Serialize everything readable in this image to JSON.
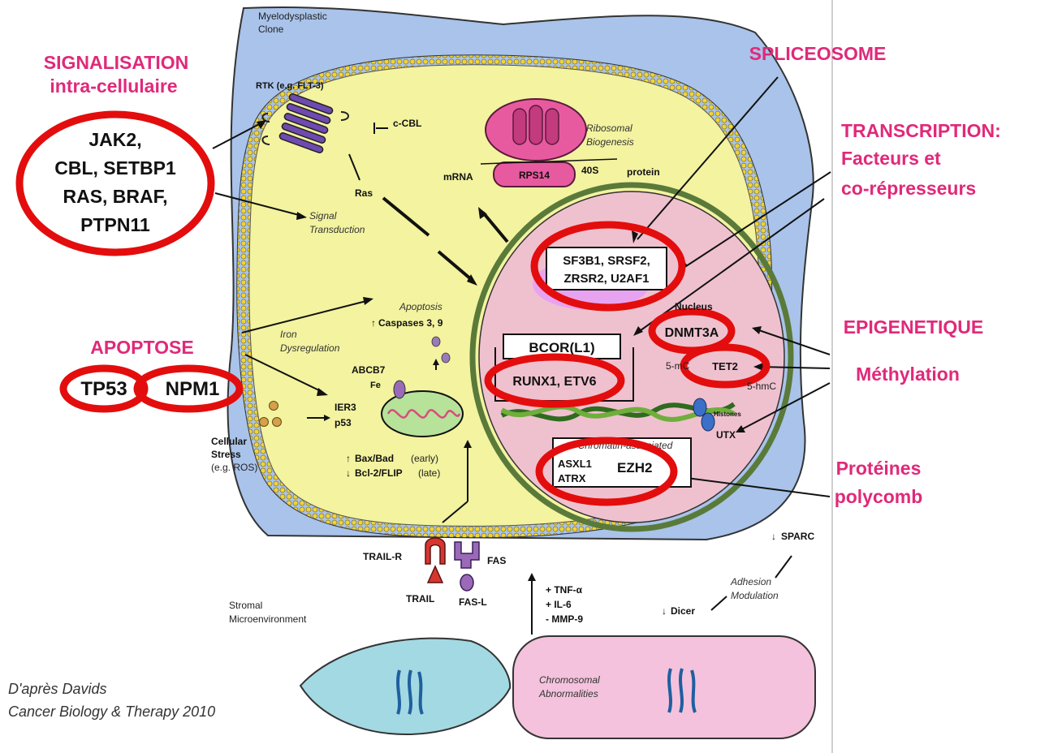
{
  "clone_label": [
    "Myelodysplastic",
    "Clone"
  ],
  "categories": {
    "signalisation": [
      "SIGNALISATION",
      "intra-cellulaire"
    ],
    "spliceosome": "SPLICEOSOME",
    "transcription": [
      "TRANSCRIPTION:",
      "Facteurs et",
      "co-répresseurs"
    ],
    "apoptose": "APOPTOSE",
    "epigenetique": "EPIGENETIQUE",
    "methylation": "Méthylation",
    "polycomb": [
      "Protéines",
      "polycomb"
    ]
  },
  "genes": {
    "signaling": [
      "JAK2,",
      "CBL, SETBP1",
      "RAS, BRAF,",
      "PTPN11"
    ],
    "tp53": "TP53",
    "npm1": "NPM1",
    "splicing": [
      "SF3B1, SRSF2,",
      "ZRSR2, U2AF1"
    ],
    "bcor": "BCOR(L1)",
    "runx1": "RUNX1, ETV6",
    "dnmt3a": "DNMT3A",
    "tet2": "TET2",
    "asxl1": "ASXL1",
    "atrx": "ATRX",
    "ezh2": "EZH2",
    "utx": "UTX",
    "chromatin": "Chromatin-associated"
  },
  "cell_labels": {
    "rtk": "RTK (e.g. FLT-3)",
    "ccbl": "c-CBL",
    "ras": "Ras",
    "signal_transduction": [
      "Signal",
      "Transduction"
    ],
    "ribosomal": [
      "Ribosomal",
      "Biogenesis"
    ],
    "mrna": "mRNA",
    "rps14": "RPS14",
    "s40": "40S",
    "protein": "protein",
    "apoptosis": "Apoptosis",
    "caspases": "Caspases 3, 9",
    "iron": [
      "Iron",
      "Dysregulation"
    ],
    "abcb7": "ABCB7",
    "fe": "Fe",
    "ier3": "IER3",
    "p53": "p53",
    "cellular_stress": [
      "Cellular",
      "Stress",
      "(e.g. ROS)"
    ],
    "bax": "Bax/Bad",
    "bax_note": "(early)",
    "bcl": "Bcl-2/FLIP",
    "bcl_note": "(late)",
    "nucleus": "Nucleus",
    "five_mc": "5-mC",
    "five_hmc": "5-hmC",
    "histones": "Histones"
  },
  "environment": {
    "trail_r": "TRAIL-R",
    "trail": "TRAIL",
    "fas": "FAS",
    "fas_l": "FAS-L",
    "tnf": "+ TNF-α",
    "il6": "+ IL-6",
    "mmp9": "- MMP-9",
    "sparc": "SPARC",
    "adhesion": [
      "Adhesion",
      "Modulation"
    ],
    "dicer": "Dicer",
    "stromal": [
      "Stromal",
      "Microenvironment"
    ],
    "chromosomal": [
      "Chromosomal",
      "Abnormalities"
    ]
  },
  "citation": [
    "D'après Davids",
    "Cancer Biology & Therapy 2010"
  ],
  "colors": {
    "accent": "#e0297a",
    "ring": "#e30d0d",
    "cytoplasm": "#f3f3a0",
    "nucleus": "#efc1cf",
    "clone": "#a9c3ea",
    "stroma_cell": "#a3d9e2",
    "abnormal_cell": "#f4c2dc"
  }
}
